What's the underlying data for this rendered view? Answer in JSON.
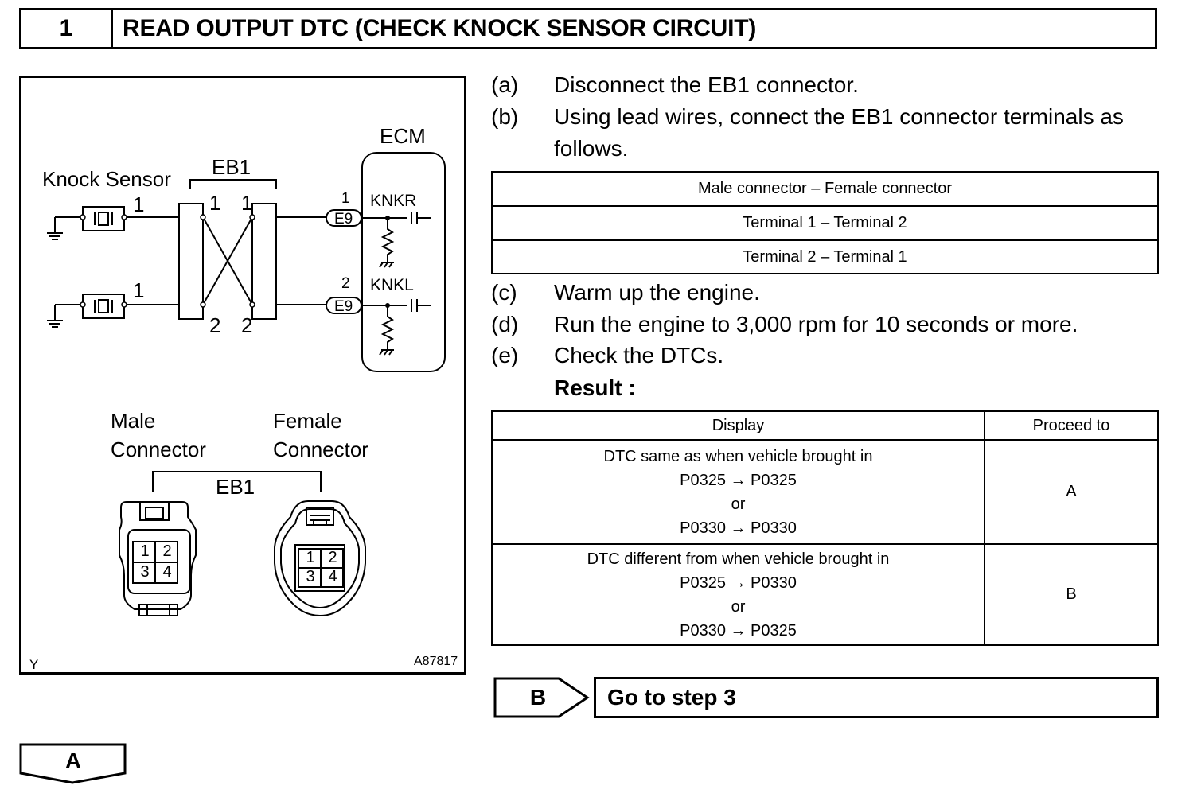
{
  "header": {
    "step_number": "1",
    "title": "READ OUTPUT DTC (CHECK KNOCK SENSOR CIRCUIT)"
  },
  "figure": {
    "ecm_label": "ECM",
    "knock_sensor_label": "Knock Sensor",
    "eb1_label": "EB1",
    "sensor_pin_top": "1",
    "sensor_pin_bottom": "1",
    "eb1_pin_left_top": "1",
    "eb1_pin_right_top": "1",
    "eb1_pin_left_bottom": "2",
    "eb1_pin_right_bottom": "2",
    "ecm_pin_top": "1",
    "ecm_pin_bottom": "2",
    "ecm_conn_top": "E9",
    "ecm_conn_bottom": "E9",
    "knkr_label": "KNKR",
    "knkl_label": "KNKL",
    "male_connector_line1": "Male",
    "male_connector_line2": "Connector",
    "female_connector_line1": "Female",
    "female_connector_line2": "Connector",
    "connector_eb1_label": "EB1",
    "male_pins": [
      "1",
      "2",
      "3",
      "4"
    ],
    "female_pins": [
      "1",
      "2",
      "3",
      "4"
    ],
    "corner_code": "Y",
    "figure_id": "A87817"
  },
  "steps": [
    {
      "letter": "(a)",
      "text": "Disconnect the EB1 connector."
    },
    {
      "letter": "(b)",
      "text": "Using lead wires, connect the EB1 connector terminals as",
      "text2": "follows."
    },
    {
      "letter": "(c)",
      "text": "Warm up the engine."
    },
    {
      "letter": "(d)",
      "text": "Run the engine to 3,000 rpm for 10 seconds or more."
    },
    {
      "letter": "(e)",
      "text": "Check the DTCs."
    }
  ],
  "connection_table": {
    "header": "Male connector – Female connector",
    "rows": [
      "Terminal 1 – Terminal 2",
      "Terminal 2 – Terminal 1"
    ]
  },
  "result_label": "Result :",
  "result_table": {
    "headers": [
      "Display",
      "Proceed to"
    ],
    "rows": [
      {
        "lines": [
          "DTC same as when vehicle brought in",
          "P0325 → P0325",
          "or",
          "P0330 → P0330"
        ],
        "proceed": "A"
      },
      {
        "lines": [
          "DTC different from when vehicle brought in",
          "P0325 → P0330",
          "or",
          "P0330 → P0325"
        ],
        "proceed": "B"
      }
    ]
  },
  "next_b": {
    "label": "B",
    "text": "Go to step 3"
  },
  "next_a": {
    "label": "A"
  }
}
